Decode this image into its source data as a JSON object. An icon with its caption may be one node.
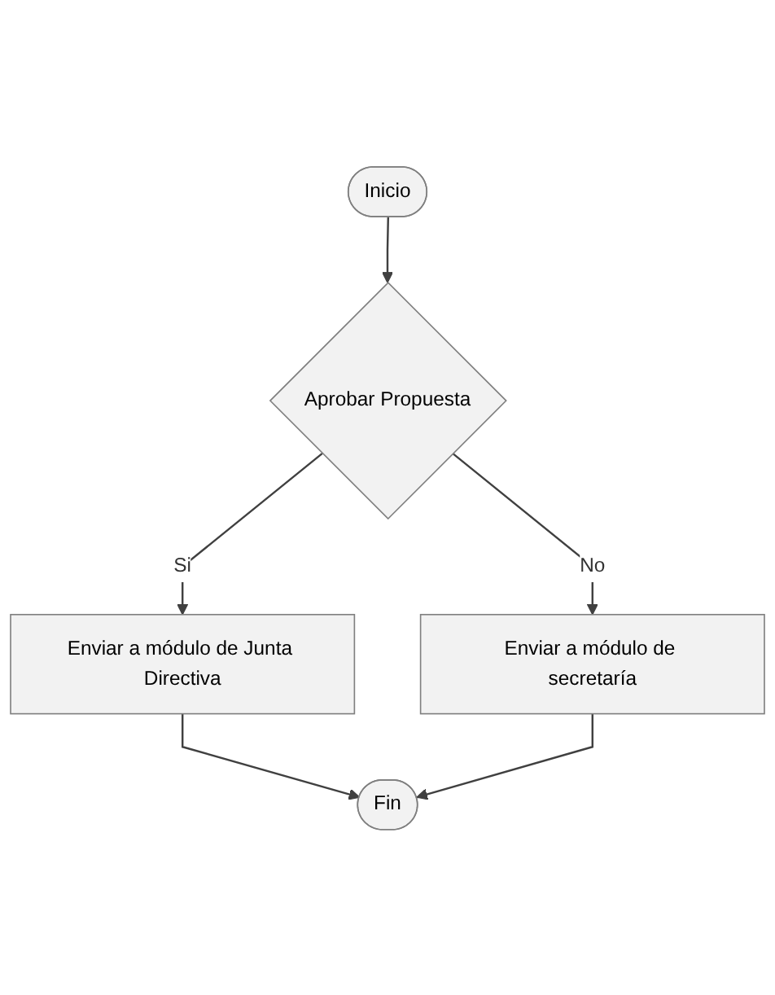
{
  "diagram": {
    "nodes": [
      {
        "text": [
          "Inicio"
        ]
      },
      {
        "text": [
          "Aprobar Propuesta"
        ]
      },
      {
        "text": [
          "Enviar a módulo de secretaría"
        ]
      },
      {
        "text": [
          "Enviar a módulo de Junta Directiva"
        ]
      },
      {
        "text": [
          "Fin"
        ]
      }
    ],
    "edges": [
      {
        "from": 0,
        "to": 1,
        "arrow": "to"
      },
      {
        "from": 1,
        "to": 2,
        "label": "No",
        "arrow": "to"
      },
      {
        "from": 1,
        "to": 3,
        "label": "Si",
        "arrow": "to"
      },
      {
        "from": 3,
        "to": 4,
        "arrow": "to"
      },
      {
        "from": 2,
        "to": 4,
        "arrow": "to"
      }
    ]
  }
}
